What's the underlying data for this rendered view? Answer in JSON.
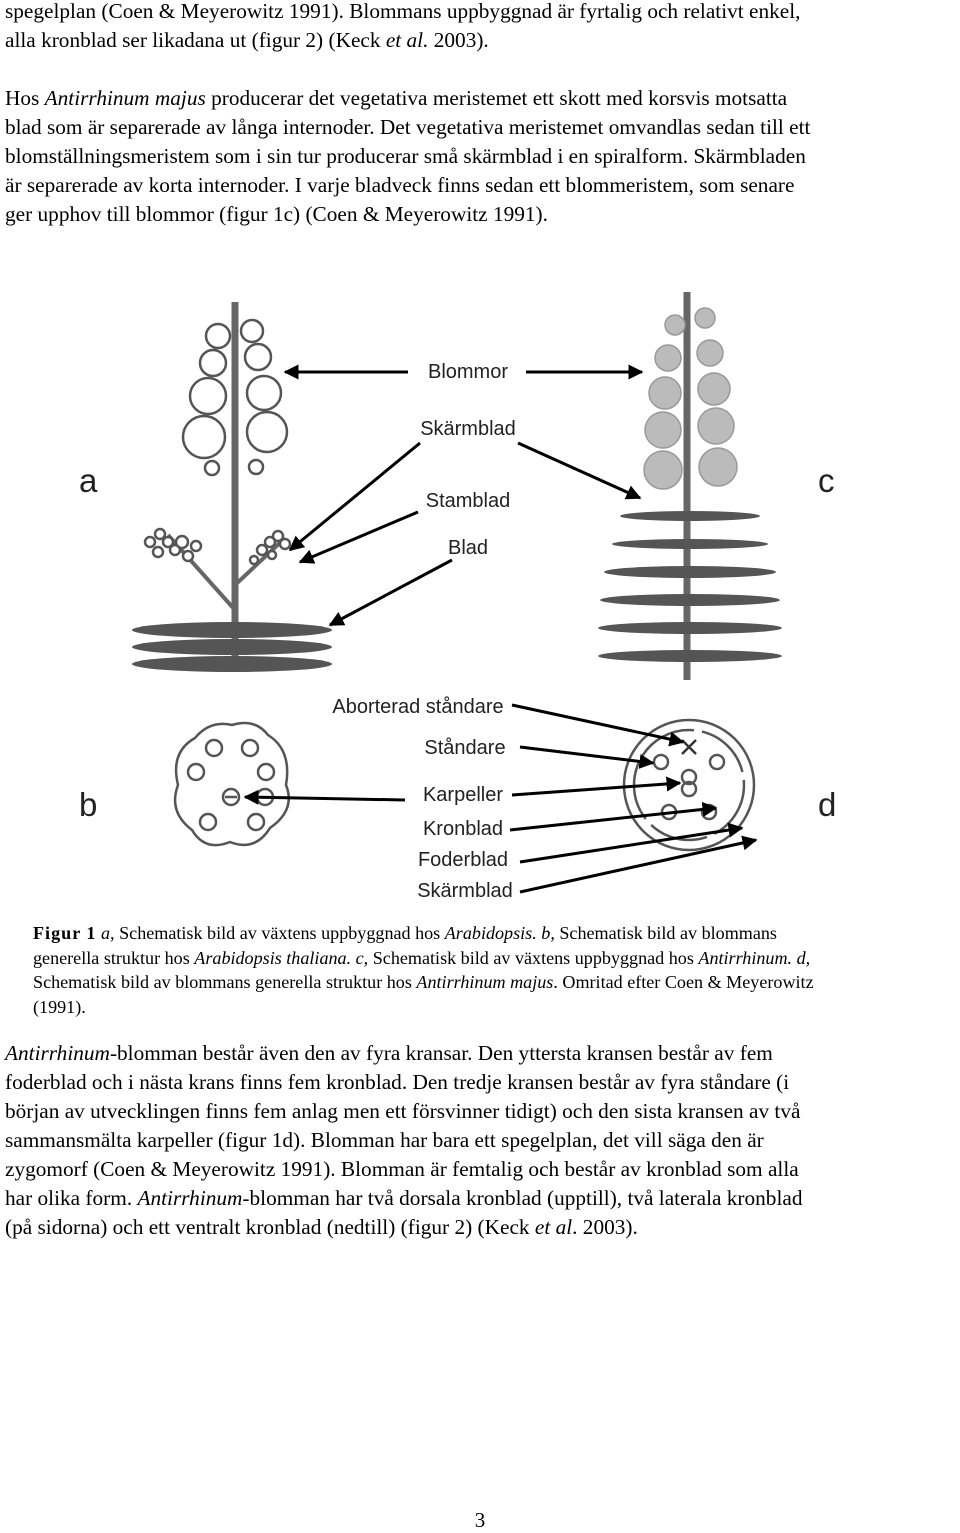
{
  "page": {
    "paragraph1": [
      "spegelplan (Coen & Meyerowitz 1991). Blommans uppbyggnad är fyrtalig och relativt enkel,",
      "alla kronblad ser likadana ut (figur 2) (Keck ",
      "et al.",
      " 2003)."
    ],
    "paragraph2": {
      "l1_italic": "Antirrhinum majus",
      "l1_rest": " producerar det vegetativa meristemet ett skott med korsvis motsatta",
      "l2": "blad som är separerade av långa internoder. Det vegetativa meristemet omvandlas sedan till ett",
      "l3": "blomställningsmeristem som i sin tur producerar små skärmblad i en spiralform. Skärmbladen",
      "l4": "är separerade av korta internoder. I varje bladveck finns sedan ett blommeristem, som senare",
      "l5": "ger upphov till blommor (figur 1c) (Coen & Meyerowitz 1991).",
      "l1_prefix": "Hos "
    },
    "figure": {
      "panel_labels": {
        "a": "a",
        "b": "b",
        "c": "c",
        "d": "d"
      },
      "top_labels": [
        "Blommor",
        "Skärmblad",
        "Stamblad",
        "Blad"
      ],
      "bottom_labels": [
        "Aborterad ståndare",
        "Ståndare",
        "Karpeller",
        "Kronblad",
        "Foderblad",
        "Skärmblad"
      ]
    },
    "caption": {
      "fig_label": "Figur 1",
      "a_letter": "a,",
      "a_text": " Schematisk bild av växtens uppbyggnad hos ",
      "a_species": "Arabidopsis",
      "b_letter": ". b,",
      "b_text": " Schematisk bild av blommans",
      "line2_text": "generella struktur hos ",
      "line2_species": "Arabidopsis thaliana",
      "c_letter": ". c,",
      "c_text": " Schematisk bild av växtens uppbyggnad hos ",
      "c_species": "Antirrhinum",
      "d_letter": ". d,",
      "line3_text": "Schematisk bild av blommans generella struktur hos ",
      "line3_species": "Antirrhinum majus",
      "line3_rest": ". Omritad efter Coen & Meyerowitz",
      "line4": "(1991)."
    },
    "paragraph3": {
      "l1_italic": "Antirrhinum",
      "l1_rest": "-blomman består även den av fyra kransar. Den yttersta kransen består av fem",
      "l2": "foderblad och i nästa krans finns fem kronblad. Den tredje kransen består av fyra ståndare (i",
      "l3": "början av utvecklingen finns fem anlag men ett försvinner tidigt) och den sista kransen av två",
      "l4": "sammansmälta karpeller (figur 1d). Blomman har bara ett spegelplan, det vill säga den är",
      "l5": "zygomorf (Coen & Meyerowitz 1991). Blomman är femtalig och består av kronblad som alla",
      "l6_pre": "har olika form. ",
      "l6_italic": "Antirrhinum",
      "l6_rest": "-blomman har två dorsala kronblad (upptill), två laterala kronblad",
      "l7_pre": "(på sidorna) och ett ventralt kronblad (nedtill) (figur 2) (Keck ",
      "l7_italic": "et al",
      "l7_rest": ". 2003)."
    },
    "page_number": "3"
  }
}
